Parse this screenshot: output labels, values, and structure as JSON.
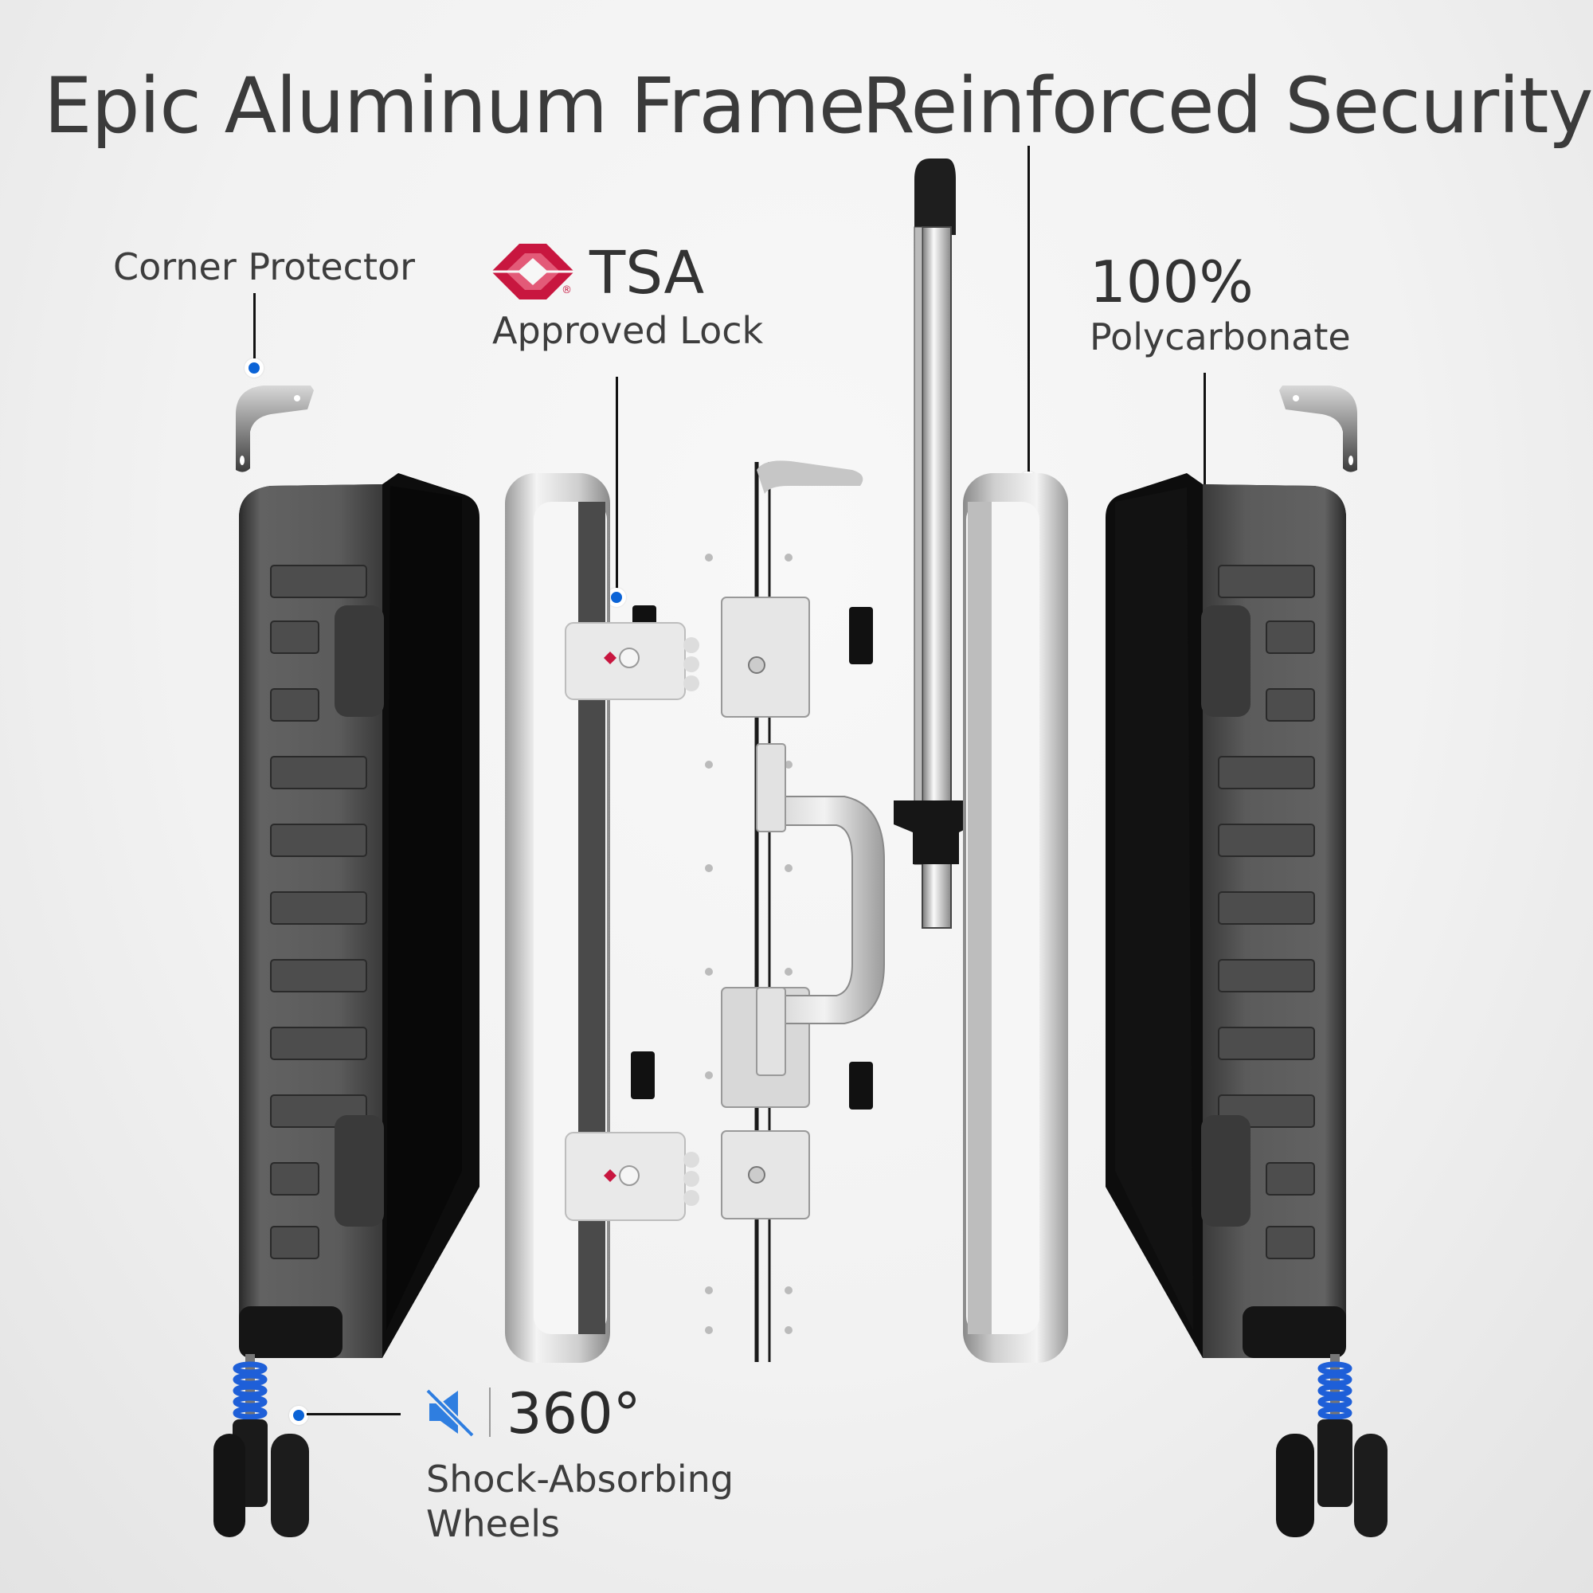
{
  "headings": {
    "left": "Epic Aluminum Frame",
    "right": "Reinforced Security"
  },
  "callouts": {
    "corner_protector": {
      "label": "Corner Protector"
    },
    "tsa_lock": {
      "brand": "TSA",
      "registered": "®",
      "label": "Approved Lock",
      "logo_color": "#c8163f"
    },
    "polycarbonate": {
      "value": "100%",
      "label": "Polycarbonate"
    },
    "wheels": {
      "icon": "mute-icon",
      "value": "360°",
      "label_line1": "Shock-Absorbing",
      "label_line2": "Wheels",
      "icon_color": "#2f7ee0"
    }
  },
  "colors": {
    "accent_dot": "#0b63d6",
    "spring_blue": "#1e5fd8",
    "shell_gray": "#5c5c5c",
    "frame_silver": "#d9d9d9"
  }
}
